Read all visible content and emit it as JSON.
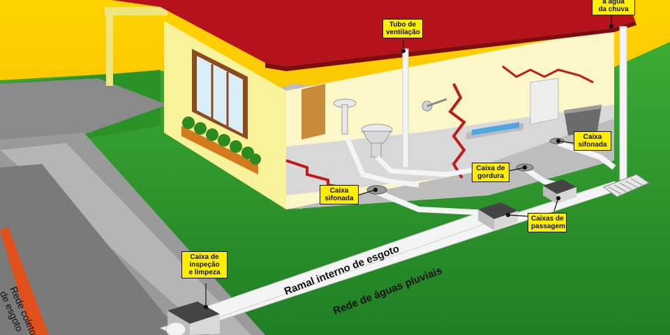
{
  "labels": {
    "agua_chuva": [
      "a água",
      "da chuva"
    ],
    "tubo_ventilacao": [
      "Tubo de",
      "ventilação"
    ],
    "caixa_sifonada_right": [
      "Caixa",
      "sifonada"
    ],
    "caixa_gordura": [
      "Caixa de",
      "gordura"
    ],
    "caixa_sifonada_left": [
      "Caixa",
      "sifonada"
    ],
    "caixas_passagem": [
      "Caixas de",
      "passagem"
    ],
    "caixa_inspecao": [
      "Caixa de",
      "inspeção",
      "e limpeza"
    ]
  },
  "ground": {
    "ramal": "Ramal interno de esgoto",
    "pluviais": "Rede de águas pluviais",
    "rede_coletora": [
      "Rede coletora",
      "de esgoto"
    ]
  },
  "colors": {
    "sky": "#f5c400",
    "grass": "#2f9a2a",
    "wall": "#f8f29a",
    "roof": "#b5121b",
    "pipe": "#f4f4f4",
    "label_bg": "#ffee00",
    "sewer_main": "#e0501a"
  }
}
